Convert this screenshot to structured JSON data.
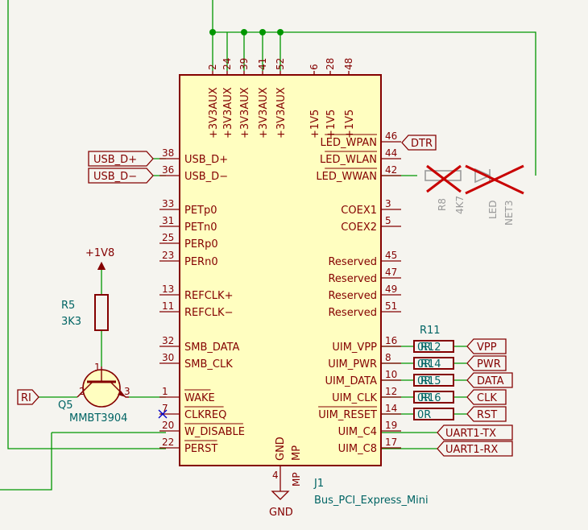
{
  "colors": {
    "background": "#f5f4ef",
    "wire": "#009600",
    "component_outline": "#840000",
    "component_fill": "#fffec0",
    "pin_text": "#840000",
    "ref_text": "#006464",
    "dnp": "#c80000"
  },
  "connector": {
    "reference": "J1",
    "value": "Bus_PCI_Express_Mini",
    "top_pins": [
      {
        "num": "2",
        "name": "+3V3AUX"
      },
      {
        "num": "24",
        "name": "+3V3AUX"
      },
      {
        "num": "39",
        "name": "+3V3AUX"
      },
      {
        "num": "41",
        "name": "+3V3AUX"
      },
      {
        "num": "52",
        "name": "+3V3AUX"
      },
      {
        "num": "6",
        "name": "+1V5"
      },
      {
        "num": "28",
        "name": "+1V5"
      },
      {
        "num": "48",
        "name": "+1V5"
      }
    ],
    "left_pins": [
      {
        "num": "38",
        "name": "USB_D+"
      },
      {
        "num": "36",
        "name": "USB_D−"
      },
      {
        "num": "33",
        "name": "PETp0"
      },
      {
        "num": "31",
        "name": "PETn0"
      },
      {
        "num": "25",
        "name": "PERp0"
      },
      {
        "num": "23",
        "name": "PERn0"
      },
      {
        "num": "13",
        "name": "REFCLK+"
      },
      {
        "num": "11",
        "name": "REFCLK−"
      },
      {
        "num": "32",
        "name": "SMB_DATA"
      },
      {
        "num": "30",
        "name": "SMB_CLK"
      },
      {
        "num": "1",
        "name": "WAKE"
      },
      {
        "num": "7",
        "name": "CLKREQ"
      },
      {
        "num": "20",
        "name": "W_DISABLE"
      },
      {
        "num": "22",
        "name": "PERST"
      }
    ],
    "right_pins": [
      {
        "num": "46",
        "name": "LED_WPAN"
      },
      {
        "num": "44",
        "name": "LED_WLAN"
      },
      {
        "num": "42",
        "name": "LED_WWAN"
      },
      {
        "num": "3",
        "name": "COEX1"
      },
      {
        "num": "5",
        "name": "COEX2"
      },
      {
        "num": "45",
        "name": "Reserved"
      },
      {
        "num": "47",
        "name": "Reserved"
      },
      {
        "num": "49",
        "name": "Reserved"
      },
      {
        "num": "51",
        "name": "Reserved"
      },
      {
        "num": "16",
        "name": "UIM_VPP"
      },
      {
        "num": "8",
        "name": "UIM_PWR"
      },
      {
        "num": "10",
        "name": "UIM_DATA"
      },
      {
        "num": "12",
        "name": "UIM_CLK"
      },
      {
        "num": "14",
        "name": "UIM_RESET"
      },
      {
        "num": "19",
        "name": "UIM_C4"
      },
      {
        "num": "17",
        "name": "UIM_C8"
      }
    ],
    "bottom_pins": [
      {
        "num": "4",
        "name": "GND"
      },
      {
        "num": "MP",
        "name": "MP"
      }
    ]
  },
  "power_symbols": {
    "plus_1v8": "+1V8",
    "gnd": "GND"
  },
  "resistor_r5": {
    "ref": "R5",
    "value": "3K3"
  },
  "transistor_q5": {
    "ref": "Q5",
    "value": "MMBT3904",
    "pins": [
      "1",
      "2",
      "3"
    ]
  },
  "dnp_parts": {
    "r8": {
      "ref": "R8",
      "value": "4K7"
    },
    "led": {
      "ref": "LED",
      "value": "NET3"
    }
  },
  "uim_resistors": {
    "header_ref": "R11",
    "items": [
      {
        "value": "0R",
        "overlap_ref": "R12"
      },
      {
        "value": "0R",
        "overlap_ref": "R14"
      },
      {
        "value": "0R",
        "overlap_ref": "R15"
      },
      {
        "value": "0R",
        "overlap_ref": "R16"
      },
      {
        "value": "0R",
        "overlap_ref": ""
      }
    ]
  },
  "net_labels": {
    "usb_dp": "USB_D+",
    "usb_dm": "USB_D−",
    "dtr": "DTR",
    "ri": "RI",
    "vpp": "VPP",
    "pwr": "PWR",
    "data": "DATA",
    "clk": "CLK",
    "rst": "RST",
    "uart_tx": "UART1-TX",
    "uart_rx": "UART1-RX"
  }
}
